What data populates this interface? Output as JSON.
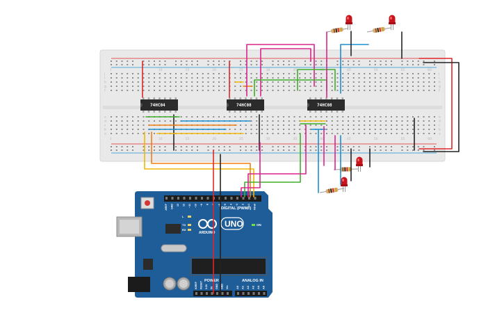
{
  "breadboard": {
    "column_numbers": [
      "1",
      "10",
      "15",
      "20",
      "25",
      "30",
      "35",
      "40",
      "45",
      "50",
      "55",
      "60"
    ],
    "row_letters_top": [
      "j",
      "i",
      "h",
      "g",
      "f"
    ],
    "row_letters_bottom": [
      "e",
      "d",
      "c",
      "b",
      "a"
    ]
  },
  "chips": [
    {
      "label": "74HC04"
    },
    {
      "label": "74HC08"
    },
    {
      "label": "74HC08"
    }
  ],
  "arduino": {
    "header_digital": "DIGITAL (PWM~)",
    "header_power": "POWER",
    "header_analog": "ANALOG IN",
    "logo_text": "ARDUINO",
    "model": "UNO",
    "on_label": "ON",
    "led_labels": [
      "L",
      "TX",
      "RX"
    ],
    "digital_pins": [
      "AREF",
      "GND",
      "13",
      "12",
      "~11",
      "~10",
      "~9",
      "8",
      "7",
      "~6",
      "~5",
      "4",
      "~3",
      "2",
      "TX▸1",
      "RX◂0"
    ],
    "power_pins": [
      "IOREF",
      "RESET",
      "3.3V",
      "5V",
      "GND",
      "GND",
      "Vin"
    ],
    "analog_pins": [
      "A0",
      "A1",
      "A2",
      "A3",
      "A4",
      "A5"
    ]
  },
  "colors": {
    "wire_red": "#e0262b",
    "wire_black": "#222222",
    "wire_yellow": "#f2b705",
    "wire_orange": "#f07f12",
    "wire_blue": "#1a8fd1",
    "wire_green": "#3fae2a",
    "wire_magenta": "#d8248c",
    "board_blue": "#1f5d99",
    "breadboard": "#e9e9e9",
    "chip": "#2b2b2b",
    "led_red": "#c8141c"
  }
}
